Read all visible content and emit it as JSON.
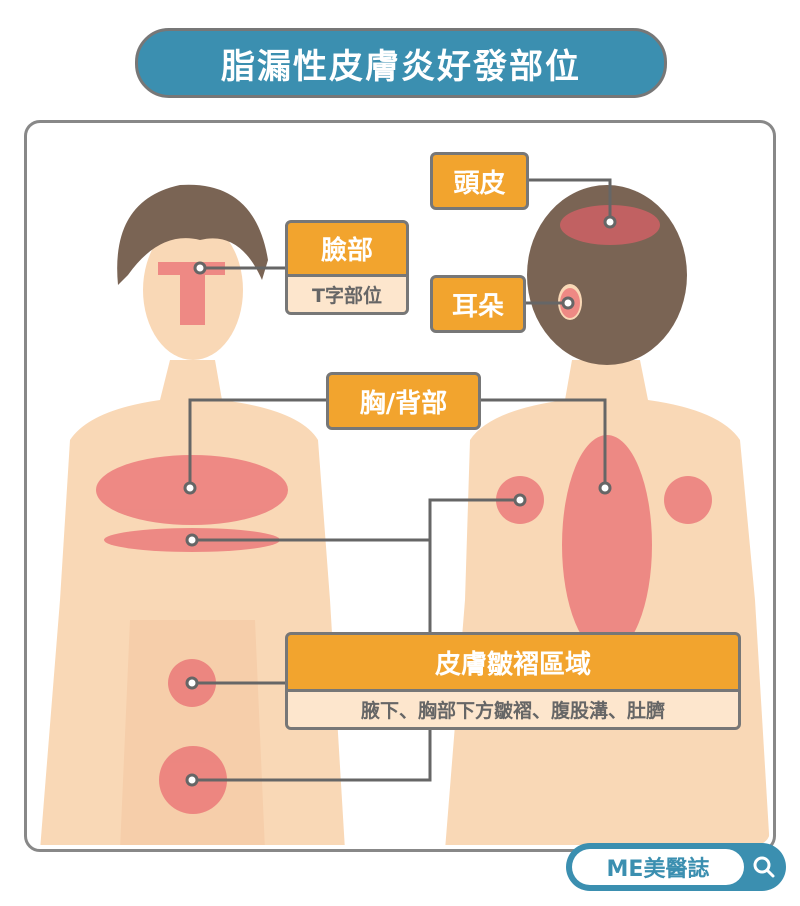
{
  "title": "脂漏性皮膚炎好發部位",
  "labels": {
    "scalp": "頭皮",
    "face": "臉部",
    "face_sub": "T字部位",
    "ear": "耳朵",
    "chest_back": "胸/背部",
    "folds": "皮膚皺褶區域",
    "folds_sub": "腋下、胸部下方皺褶、腹股溝、肚臍"
  },
  "brand": {
    "name": "ME美醫誌",
    "icon": "search-icon"
  },
  "colors": {
    "accent": "#3b8fb0",
    "label": "#f2a42e",
    "skin": "#f9d8b6",
    "highlight": "#e8606a",
    "hair": "#7a6454"
  }
}
